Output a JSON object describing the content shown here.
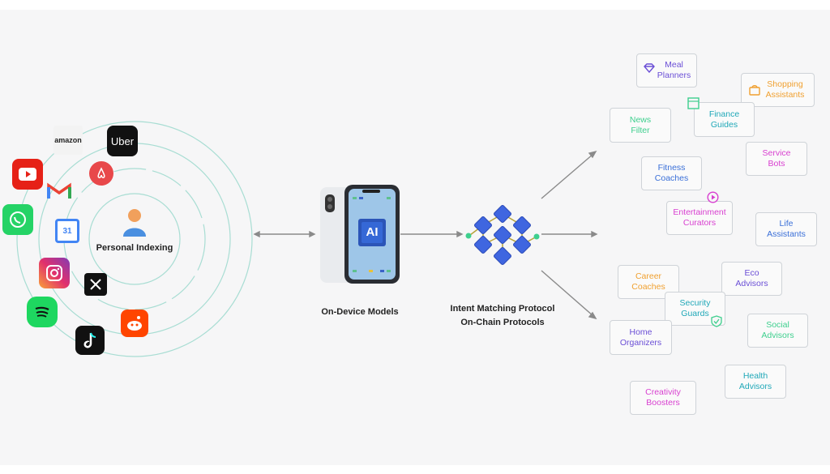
{
  "labels": {
    "personal_indexing": "Personal Indexing",
    "on_device": "On-Device Models",
    "protocol_line1": "Intent Matching Protocol",
    "protocol_line2": "On-Chain Protocols",
    "chip": "AI"
  },
  "apps": {
    "amazon": "amazon",
    "uber": "Uber",
    "calendar_day": "31"
  },
  "colors": {
    "ring": "#9fd8cf",
    "arrow": "#8a8a8a",
    "purple": "#6b4fd6",
    "orange": "#f0a030",
    "green": "#3ecf8e",
    "teal": "#20a8b8",
    "blue": "#3a6fd8",
    "magenta": "#d83fd0"
  },
  "agents": [
    {
      "label": "Meal\nPlanners",
      "color": "#6b4fd6"
    },
    {
      "label": "Shopping\nAssistants",
      "color": "#f0a030"
    },
    {
      "label": "News\nFilter",
      "color": "#3ecf8e"
    },
    {
      "label": "Finance\nGuides",
      "color": "#20a8b8"
    },
    {
      "label": "Fitness\nCoaches",
      "color": "#3a6fd8"
    },
    {
      "label": "Service\nBots",
      "color": "#d83fd0"
    },
    {
      "label": "Entertainment\nCurators",
      "color": "#d83fd0"
    },
    {
      "label": "Life\nAssistants",
      "color": "#3a6fd8"
    },
    {
      "label": "Career\nCoaches",
      "color": "#f0a030"
    },
    {
      "label": "Eco\nAdvisors",
      "color": "#6b4fd6"
    },
    {
      "label": "Security\nGuards",
      "color": "#20a8b8"
    },
    {
      "label": "Social\nAdvisors",
      "color": "#3ecf8e"
    },
    {
      "label": "Home\nOrganizers",
      "color": "#6b4fd6"
    },
    {
      "label": "Health\nAdvisors",
      "color": "#20a8b8"
    },
    {
      "label": "Creativity\nBoosters",
      "color": "#d83fd0"
    }
  ]
}
